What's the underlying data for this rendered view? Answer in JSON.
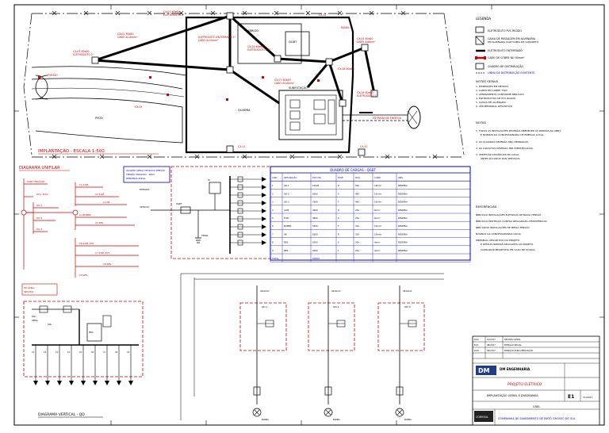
{
  "site_plan": {
    "title": "IMPLANTAÇÃO - ESCALA 1:500",
    "labels": [
      "ABRIGO",
      "SUBESTAÇÃO",
      "QGBT",
      "PISTA",
      "QUADRA"
    ]
  },
  "legend": {
    "title": "LEGENDA",
    "items": [
      "ELETRODUTO PVC RÍGIDO",
      "CAIXA DE PASSAGEM EM ALVENARIA",
      "ELETRODUTO ENTERRADO",
      "CABO DE COBRE NU 50mm²",
      "QUADRO DE DISTRIBUIÇÃO"
    ],
    "general_notes_title": "NOTAS GERAIS",
    "general_notes": [
      "1. DIMENSÕES EM METROS",
      "2. CABOS EM COBRE 750V",
      "3. ATERRAMENTO CONFORME NBR-5410",
      "4. ELETRODUTOS DE PVC RÍGIDO",
      "5. CAIXAS EM ALVENARIA",
      "6. VER MEMORIAL DESCRITIVO"
    ],
    "notes_title": "NOTAS",
    "notes": [
      "1. TODAS AS INSTALAÇÕES DEVERÃO OBEDECER AS NORMAS DA ABNT.",
      "2. OS QUADROS DEVERÃO SER ATERRADOS.",
      "3. OS CIRCUITOS DEVERÃO SER IDENTIFICADOS.",
      "4. VERIFICAR DISTÂNCIAS NO LOCAL."
    ],
    "references_title": "REFERÊNCIAS",
    "references": [
      "NBR-5410 INSTALAÇÕES ELÉTRICAS DE BAIXA TENSÃO",
      "NBR-5419 PROTEÇÃO CONTRA DESCARGAS ATMOSFÉRICAS",
      "NBR-14039 INSTALAÇÕES DE MÉDIA TENSÃO",
      "NORMAS DA CONCESSIONÁRIA LOCAL",
      "MEMORIAL DESCRITIVO DO PROJETO"
    ]
  },
  "diagrams": {
    "unifilar_title": "DIAGRAMA UNIFILAR",
    "unifilar_note": "QUADRO GERAL DE BAIXA TENSÃO",
    "vertical_title": "DIAGRAMA VERTICAL - QD",
    "panels": [
      "QD-1",
      "QD-2",
      "QD-3"
    ]
  },
  "load_table": {
    "title": "QUADRO DE CARGAS - QGBT",
    "headers": [
      "CIRC.",
      "DESCRIÇÃO",
      "POT.(W)",
      "FASE",
      "DISJ.",
      "CABO",
      "OBS."
    ],
    "rows": [
      [
        "1",
        "QD-1",
        "10500",
        "R",
        "50A",
        "16mm²",
        "RESERVA"
      ],
      [
        "2",
        "QD-2",
        "8200",
        "S",
        "40A",
        "10mm²",
        "RESERVA"
      ],
      [
        "3",
        "QD-3",
        "7600",
        "T",
        "40A",
        "10mm²",
        "RESERVA"
      ],
      [
        "4",
        "ILUM.",
        "4500",
        "R",
        "25A",
        "6mm²",
        "RESERVA"
      ],
      [
        "5",
        "TOM.",
        "3800",
        "S",
        "25A",
        "6mm²",
        "RESERVA"
      ],
      [
        "6",
        "BOMBA",
        "5500",
        "T",
        "32A",
        "10mm²",
        "RESERVA"
      ],
      [
        "7",
        "AR",
        "6200",
        "R",
        "32A",
        "10mm²",
        "RESERVA"
      ],
      [
        "8",
        "RES.",
        "2000",
        "S",
        "20A",
        "4mm²",
        "RESERVA"
      ],
      [
        "9",
        "RES.",
        "2000",
        "T",
        "20A",
        "4mm²",
        "RESERVA"
      ]
    ],
    "total_label": "TOTAL",
    "total_value": "50300"
  },
  "title_block": {
    "revisions": [
      [
        "R.02",
        "10/2017",
        "REVISÃO GERAL"
      ],
      [
        "R.01",
        "08/2017",
        "EMISSÃO INICIAL"
      ],
      [
        "R.00",
        "06/2017",
        "EMISSÃO PARA APROVAÇÃO"
      ]
    ],
    "company": "DM ENGENHARIA",
    "project_label": "PROJETO ELÉTRICO",
    "project_desc": "IMPLANTAÇÃO GERAL E DIAGRAMAS",
    "sheet": "E1",
    "date": "11/2017",
    "client_short": "CORESUL",
    "client": "COMPANHIA DE SANEAMENTO DE MATO GROSSO DO SUL",
    "city": "CREL"
  }
}
